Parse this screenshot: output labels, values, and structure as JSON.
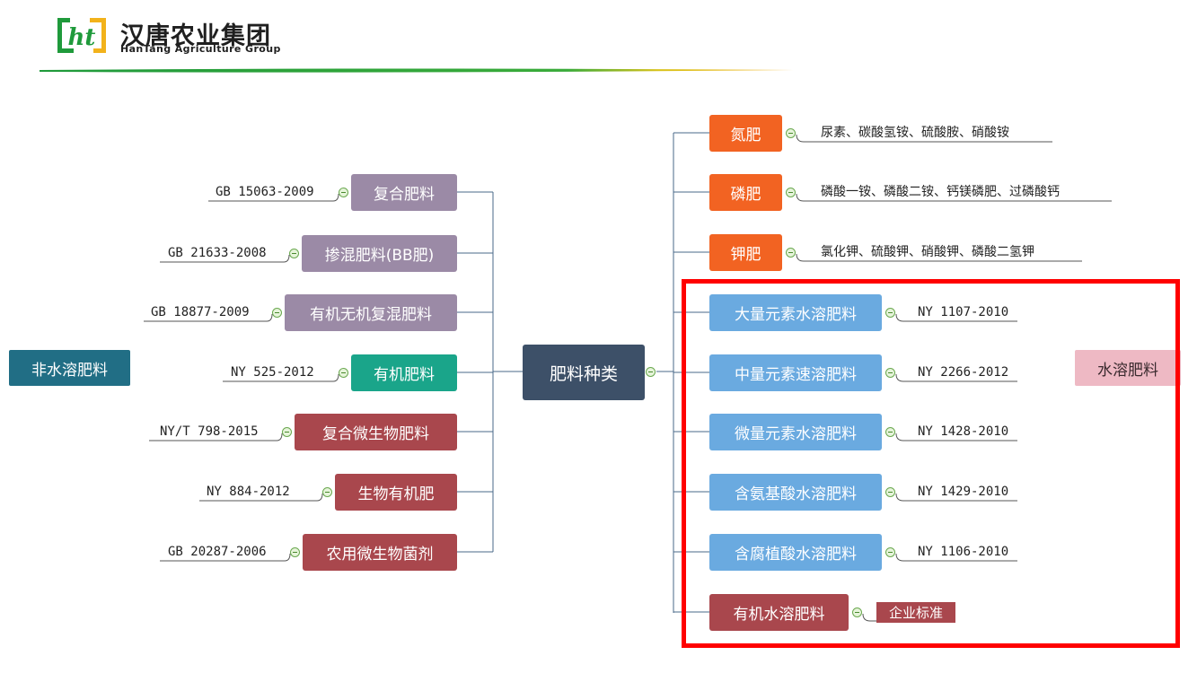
{
  "header": {
    "logo_glyph": "ht",
    "company_cn": "汉唐农业集团",
    "company_en": "HanTang Agriculture Group"
  },
  "root": {
    "label": "肥料种类"
  },
  "side_labels": {
    "left": "非水溶肥料",
    "right": "水溶肥料"
  },
  "left_branches": [
    {
      "label": "复合肥料",
      "standard": "GB 15063-2009",
      "color": "#9b8aa6"
    },
    {
      "label": "掺混肥料(BB肥)",
      "standard": "GB 21633-2008",
      "color": "#9b8aa6"
    },
    {
      "label": "有机无机复混肥料",
      "standard": "GB 18877-2009",
      "color": "#9b8aa6"
    },
    {
      "label": "有机肥料",
      "standard": "NY 525-2012",
      "color": "#1aa58a"
    },
    {
      "label": "复合微生物肥料",
      "standard": "NY/T 798-2015",
      "color": "#a9474d"
    },
    {
      "label": "生物有机肥",
      "standard": "NY 884-2012",
      "color": "#a9474d"
    },
    {
      "label": "农用微生物菌剂",
      "standard": "GB 20287-2006",
      "color": "#a9474d"
    }
  ],
  "right_branches": [
    {
      "label": "氮肥",
      "detail": "尿素、碳酸氢铵、硫酸胺、硝酸铵",
      "color": "#f26322"
    },
    {
      "label": "磷肥",
      "detail": "磷酸一铵、磷酸二铵、钙镁磷肥、过磷酸钙",
      "color": "#f26322"
    },
    {
      "label": "钾肥",
      "detail": "氯化钾、硫酸钾、硝酸钾、磷酸二氢钾",
      "color": "#f26322"
    },
    {
      "label": "大量元素水溶肥料",
      "detail": "NY 1107-2010",
      "color": "#6aaae0"
    },
    {
      "label": "中量元素速溶肥料",
      "detail": "NY 2266-2012",
      "color": "#6aaae0"
    },
    {
      "label": "微量元素水溶肥料",
      "detail": "NY 1428-2010",
      "color": "#6aaae0"
    },
    {
      "label": "含氨基酸水溶肥料",
      "detail": "NY 1429-2010",
      "color": "#6aaae0"
    },
    {
      "label": "含腐植酸水溶肥料",
      "detail": "NY 1106-2010",
      "color": "#6aaae0"
    },
    {
      "label": "有机水溶肥料",
      "detail": "企业标准",
      "color": "#a9474d"
    }
  ],
  "colors": {
    "root": "#3d5068",
    "line": "#4a6a8a",
    "highlight": "#ff0000"
  }
}
